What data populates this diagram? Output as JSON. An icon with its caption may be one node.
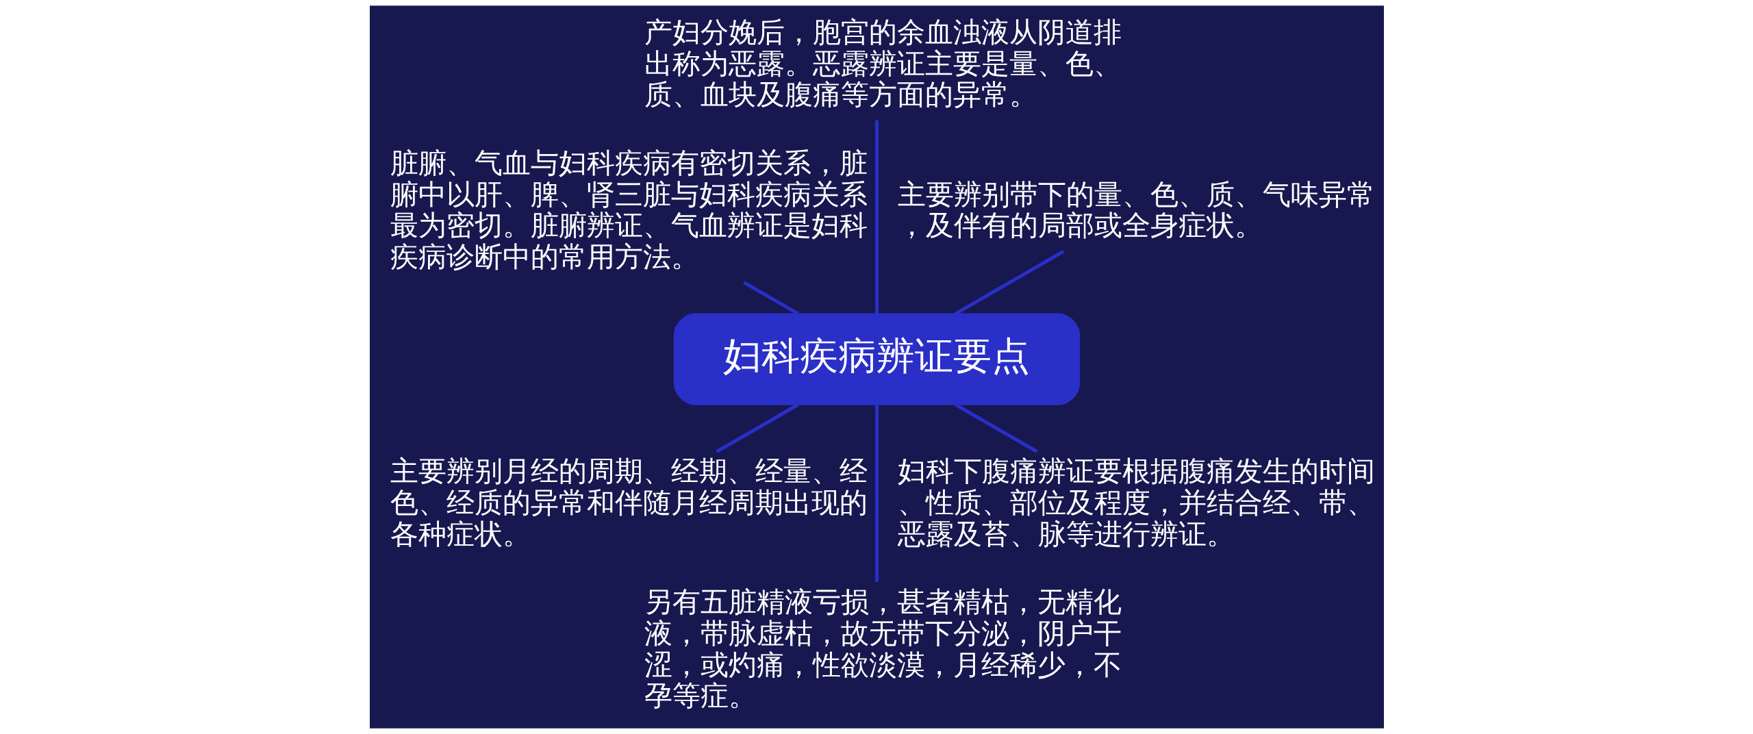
{
  "diagram": {
    "nodes": [
      {
        "text": [
          "妇科疾病辨证要点"
        ]
      },
      {
        "text": [
          "主要辨别带下的量、色、质、气味异常，及伴有的局部或全身症状。"
        ]
      },
      {
        "text": [
          "产妇分娩后，胞宫的余血浊液从阴道排出称为恶露。恶露辨证主要是量、色、质、血块及腹痛等方面的异常。"
        ]
      },
      {
        "text": [
          "脏腑、气血与妇科疾病有密切关系，脏腑中以肝、脾、肾三脏与妇科疾病关系最为密切。脏腑辨证、气血辨证是妇科疾病诊断中的常用方法。"
        ]
      },
      {
        "text": [
          "主要辨别月经的周期、经期、经量、经色、经质的异常和伴随月经周期出现的各种症状。"
        ]
      },
      {
        "text": [
          "另有五脏精液亏损，甚者精枯，无精化液，带脉虚枯，故无带下分泌，阴户干涩，或灼痛，性欲淡漠，月经稀少，不孕等症。"
        ]
      },
      {
        "text": [
          "妇科下腹痛辨证要根据腹痛发生的时间、性质、部位及程度，并结合经、带、恶露及苔、脉等进行辨证。"
        ]
      }
    ],
    "edges": [
      {
        "from": 0,
        "to": 1,
        "arrow": "none"
      },
      {
        "from": 0,
        "to": 2,
        "arrow": "none"
      },
      {
        "from": 0,
        "to": 3,
        "arrow": "none"
      },
      {
        "from": 0,
        "to": 4,
        "arrow": "none"
      },
      {
        "from": 0,
        "to": 5,
        "arrow": "none"
      },
      {
        "from": 0,
        "to": 6,
        "arrow": "none"
      }
    ]
  }
}
